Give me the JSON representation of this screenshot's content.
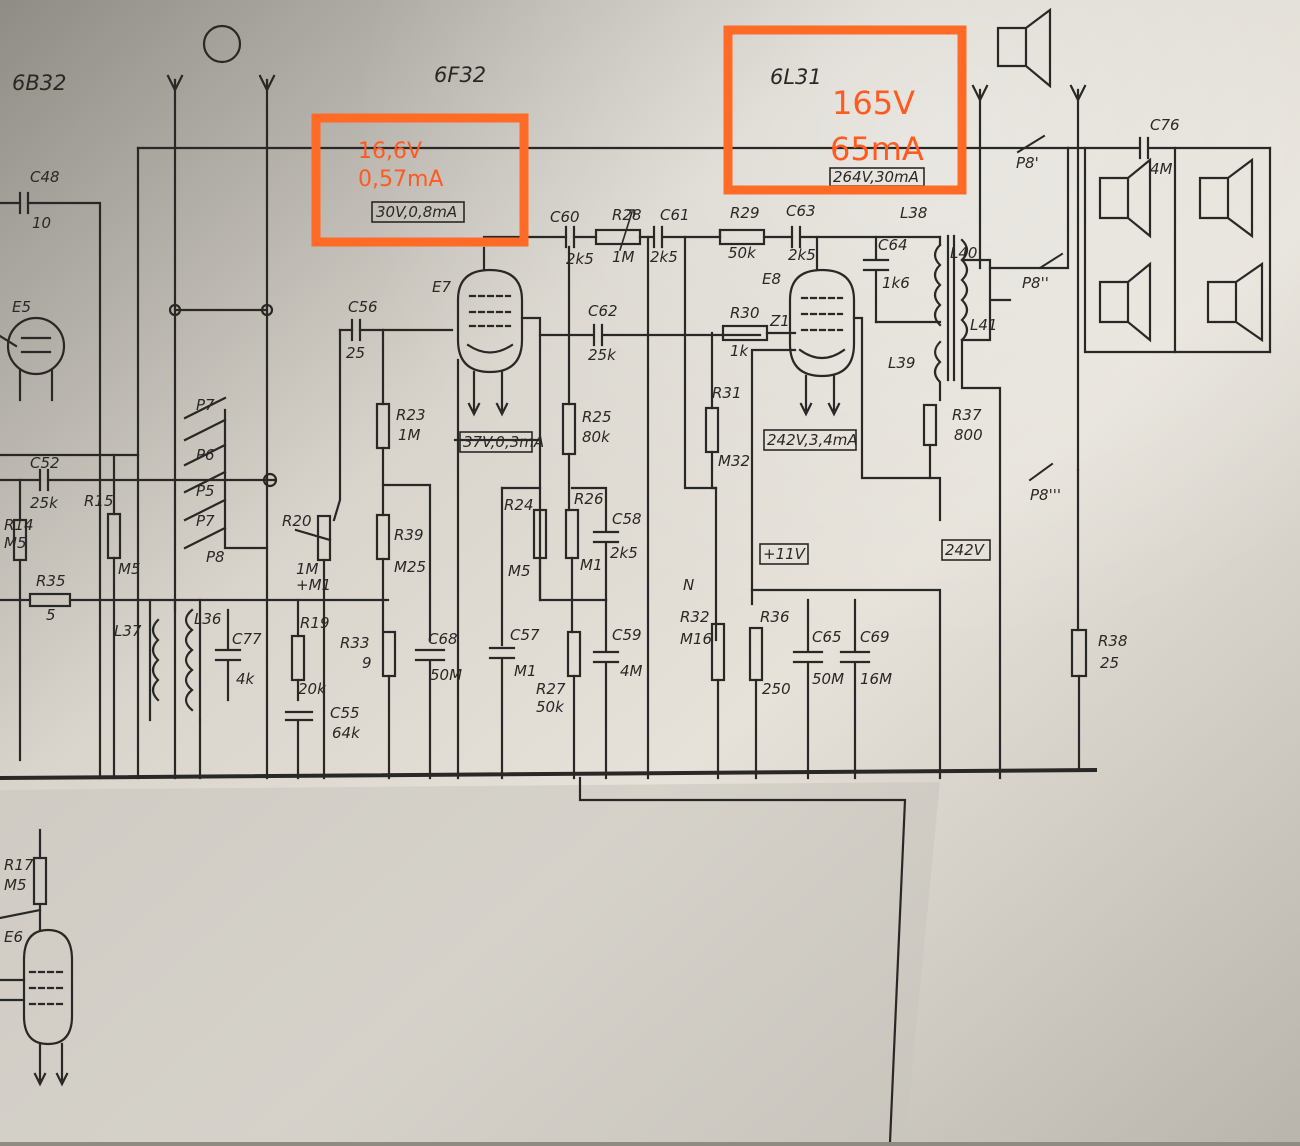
{
  "tubes": {
    "left_top": "6B32",
    "mid": "6F32",
    "right": "6L31",
    "e5": "E5",
    "e6": "E6",
    "e7": "E7",
    "e8": "E8"
  },
  "annotations": {
    "a1_voltage": "16,6V",
    "a1_current": "0,57mA",
    "a2_voltage": "165V",
    "a2_current": "65mA",
    "color": "#ff6a26"
  },
  "boxed_values": {
    "e7_anode": "30V,0,8mA",
    "e7_heater": "37V,0,3mA",
    "e8_anode": "264V,30mA",
    "e8_heater": "242V,3,4mA",
    "v11": "+11V",
    "v242": "242V"
  },
  "labels": {
    "c48": "C48",
    "c48v": "10",
    "c52": "C52",
    "c52v": "25k",
    "r14": "R14",
    "r14v": "M5",
    "r15": "R15",
    "r15v": "M5",
    "r35": "R35",
    "r35v": "5",
    "l37": "L37",
    "l36": "L36",
    "c77": "C77",
    "c77v": "4k",
    "r20": "R20",
    "r20v": "1M",
    "r20v2": "+M1",
    "r19": "R19",
    "r19v": "20k",
    "c55": "C55",
    "c55v": "64k",
    "c56": "C56",
    "c56v": "25",
    "r23": "R23",
    "r23v": "1M",
    "r39": "R39",
    "r39v": "M25",
    "r33": "R33",
    "r33v": "9",
    "c68": "C68",
    "c68v": "50M",
    "c60": "C60",
    "c60v": "2k5",
    "r28": "R28",
    "r28v": "1M",
    "c61": "C61",
    "c61v": "2k5",
    "c62": "C62",
    "c62v": "25k",
    "r25": "R25",
    "r25v": "80k",
    "r24": "R24",
    "r24v": "M5",
    "r26": "R26",
    "r26v": "M1",
    "c58": "C58",
    "c58v": "2k5",
    "c57": "C57",
    "c57v": "M1",
    "c59": "C59",
    "c59v": "4M",
    "r27": "R27",
    "r27v": "50k",
    "r29": "R29",
    "r29v": "50k",
    "c63": "C63",
    "c63v": "2k5",
    "r30": "R30",
    "r30v": "1k",
    "r31": "R31",
    "r31v": "M32",
    "r32": "R32",
    "r32v": "M16",
    "r36": "R36",
    "r36v": "250",
    "c65": "C65",
    "c65v": "50M",
    "c69": "C69",
    "c69v": "16M",
    "l38": "L38",
    "c64": "C64",
    "c64v": "1k6",
    "l40": "L40",
    "l41": "L41",
    "l39": "L39",
    "r37": "R37",
    "r37v": "800",
    "r38": "R38",
    "r38v": "25",
    "c76": "C76",
    "c76v": "4M",
    "p8a": "P8'",
    "p8b": "P8''",
    "p8c": "P8'''",
    "r17": "R17",
    "r17v": "M5",
    "p7": "P7",
    "p6": "P6",
    "p5": "P5",
    "p7b": "P7",
    "p8": "P8",
    "z1": "Z1",
    "n": "N"
  }
}
